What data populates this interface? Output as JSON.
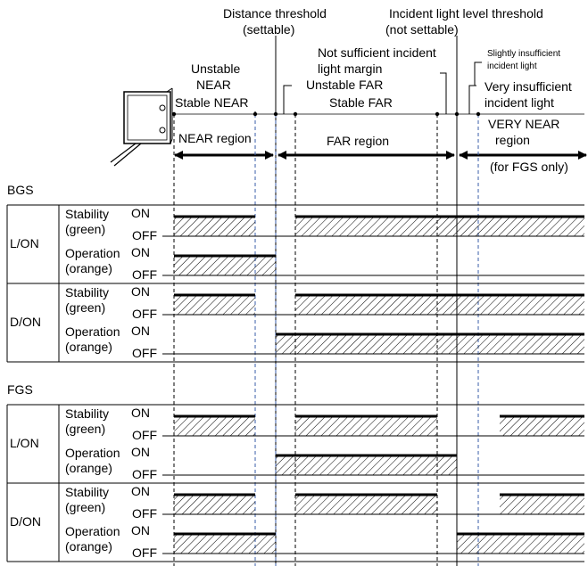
{
  "top_labels": {
    "distance_threshold": [
      "Distance threshold",
      "(settable)"
    ],
    "incident_threshold": [
      "Incident light level threshold",
      "(not settable)"
    ],
    "unstable_near": [
      "Unstable",
      "NEAR"
    ],
    "stable_near": "Stable NEAR",
    "not_sufficient": [
      "Not sufficient incident",
      "light margin"
    ],
    "unstable_far": "Unstable FAR",
    "stable_far": "Stable FAR",
    "slightly_insufficient": [
      "Slightly insufficient",
      "incident light"
    ],
    "very_insufficient": [
      "Very insufficient",
      "incident light"
    ],
    "very_near_region": [
      "VERY NEAR",
      "region"
    ],
    "for_fgs_only": "(for FGS only)"
  },
  "regions": {
    "near": "NEAR region",
    "far": "FAR region"
  },
  "sections": [
    {
      "title": "BGS",
      "modes": [
        {
          "mode": "L/ON",
          "signals": [
            {
              "label": [
                "Stability",
                "(green)"
              ],
              "on": "ON",
              "off": "OFF",
              "segments": [
                [
                  0,
                  3
                ],
                [
                  5,
                  12
                ]
              ]
            },
            {
              "label": [
                "Operation",
                "(orange)"
              ],
              "on": "ON",
              "off": "OFF",
              "segments": [
                [
                  0,
                  4
                ]
              ]
            }
          ]
        },
        {
          "mode": "D/ON",
          "signals": [
            {
              "label": [
                "Stability",
                "(green)"
              ],
              "on": "ON",
              "off": "OFF",
              "segments": [
                [
                  0,
                  3
                ],
                [
                  5,
                  12
                ]
              ]
            },
            {
              "label": [
                "Operation",
                "(orange)"
              ],
              "on": "ON",
              "off": "OFF",
              "segments": [
                [
                  4,
                  12
                ]
              ]
            }
          ]
        }
      ]
    },
    {
      "title": "FGS",
      "modes": [
        {
          "mode": "L/ON",
          "signals": [
            {
              "label": [
                "Stability",
                "(green)"
              ],
              "on": "ON",
              "off": "OFF",
              "segments": [
                [
                  0,
                  3
                ],
                [
                  5,
                  7
                ],
                [
                  10,
                  12
                ]
              ]
            },
            {
              "label": [
                "Operation",
                "(orange)"
              ],
              "on": "ON",
              "off": "OFF",
              "segments": [
                [
                  4,
                  8
                ]
              ]
            }
          ]
        },
        {
          "mode": "D/ON",
          "signals": [
            {
              "label": [
                "Stability",
                "(green)"
              ],
              "on": "ON",
              "off": "OFF",
              "segments": [
                [
                  0,
                  3
                ],
                [
                  5,
                  7
                ],
                [
                  10,
                  12
                ]
              ]
            },
            {
              "label": [
                "Operation",
                "(orange)"
              ],
              "on": "ON",
              "off": "OFF",
              "segments": [
                [
                  0,
                  4
                ],
                [
                  8,
                  12
                ]
              ]
            }
          ]
        }
      ]
    }
  ],
  "colors": {
    "ink": "#000000",
    "guide_dashed_blue": "#3a5da8",
    "guide_dashed_black": "#000000"
  }
}
